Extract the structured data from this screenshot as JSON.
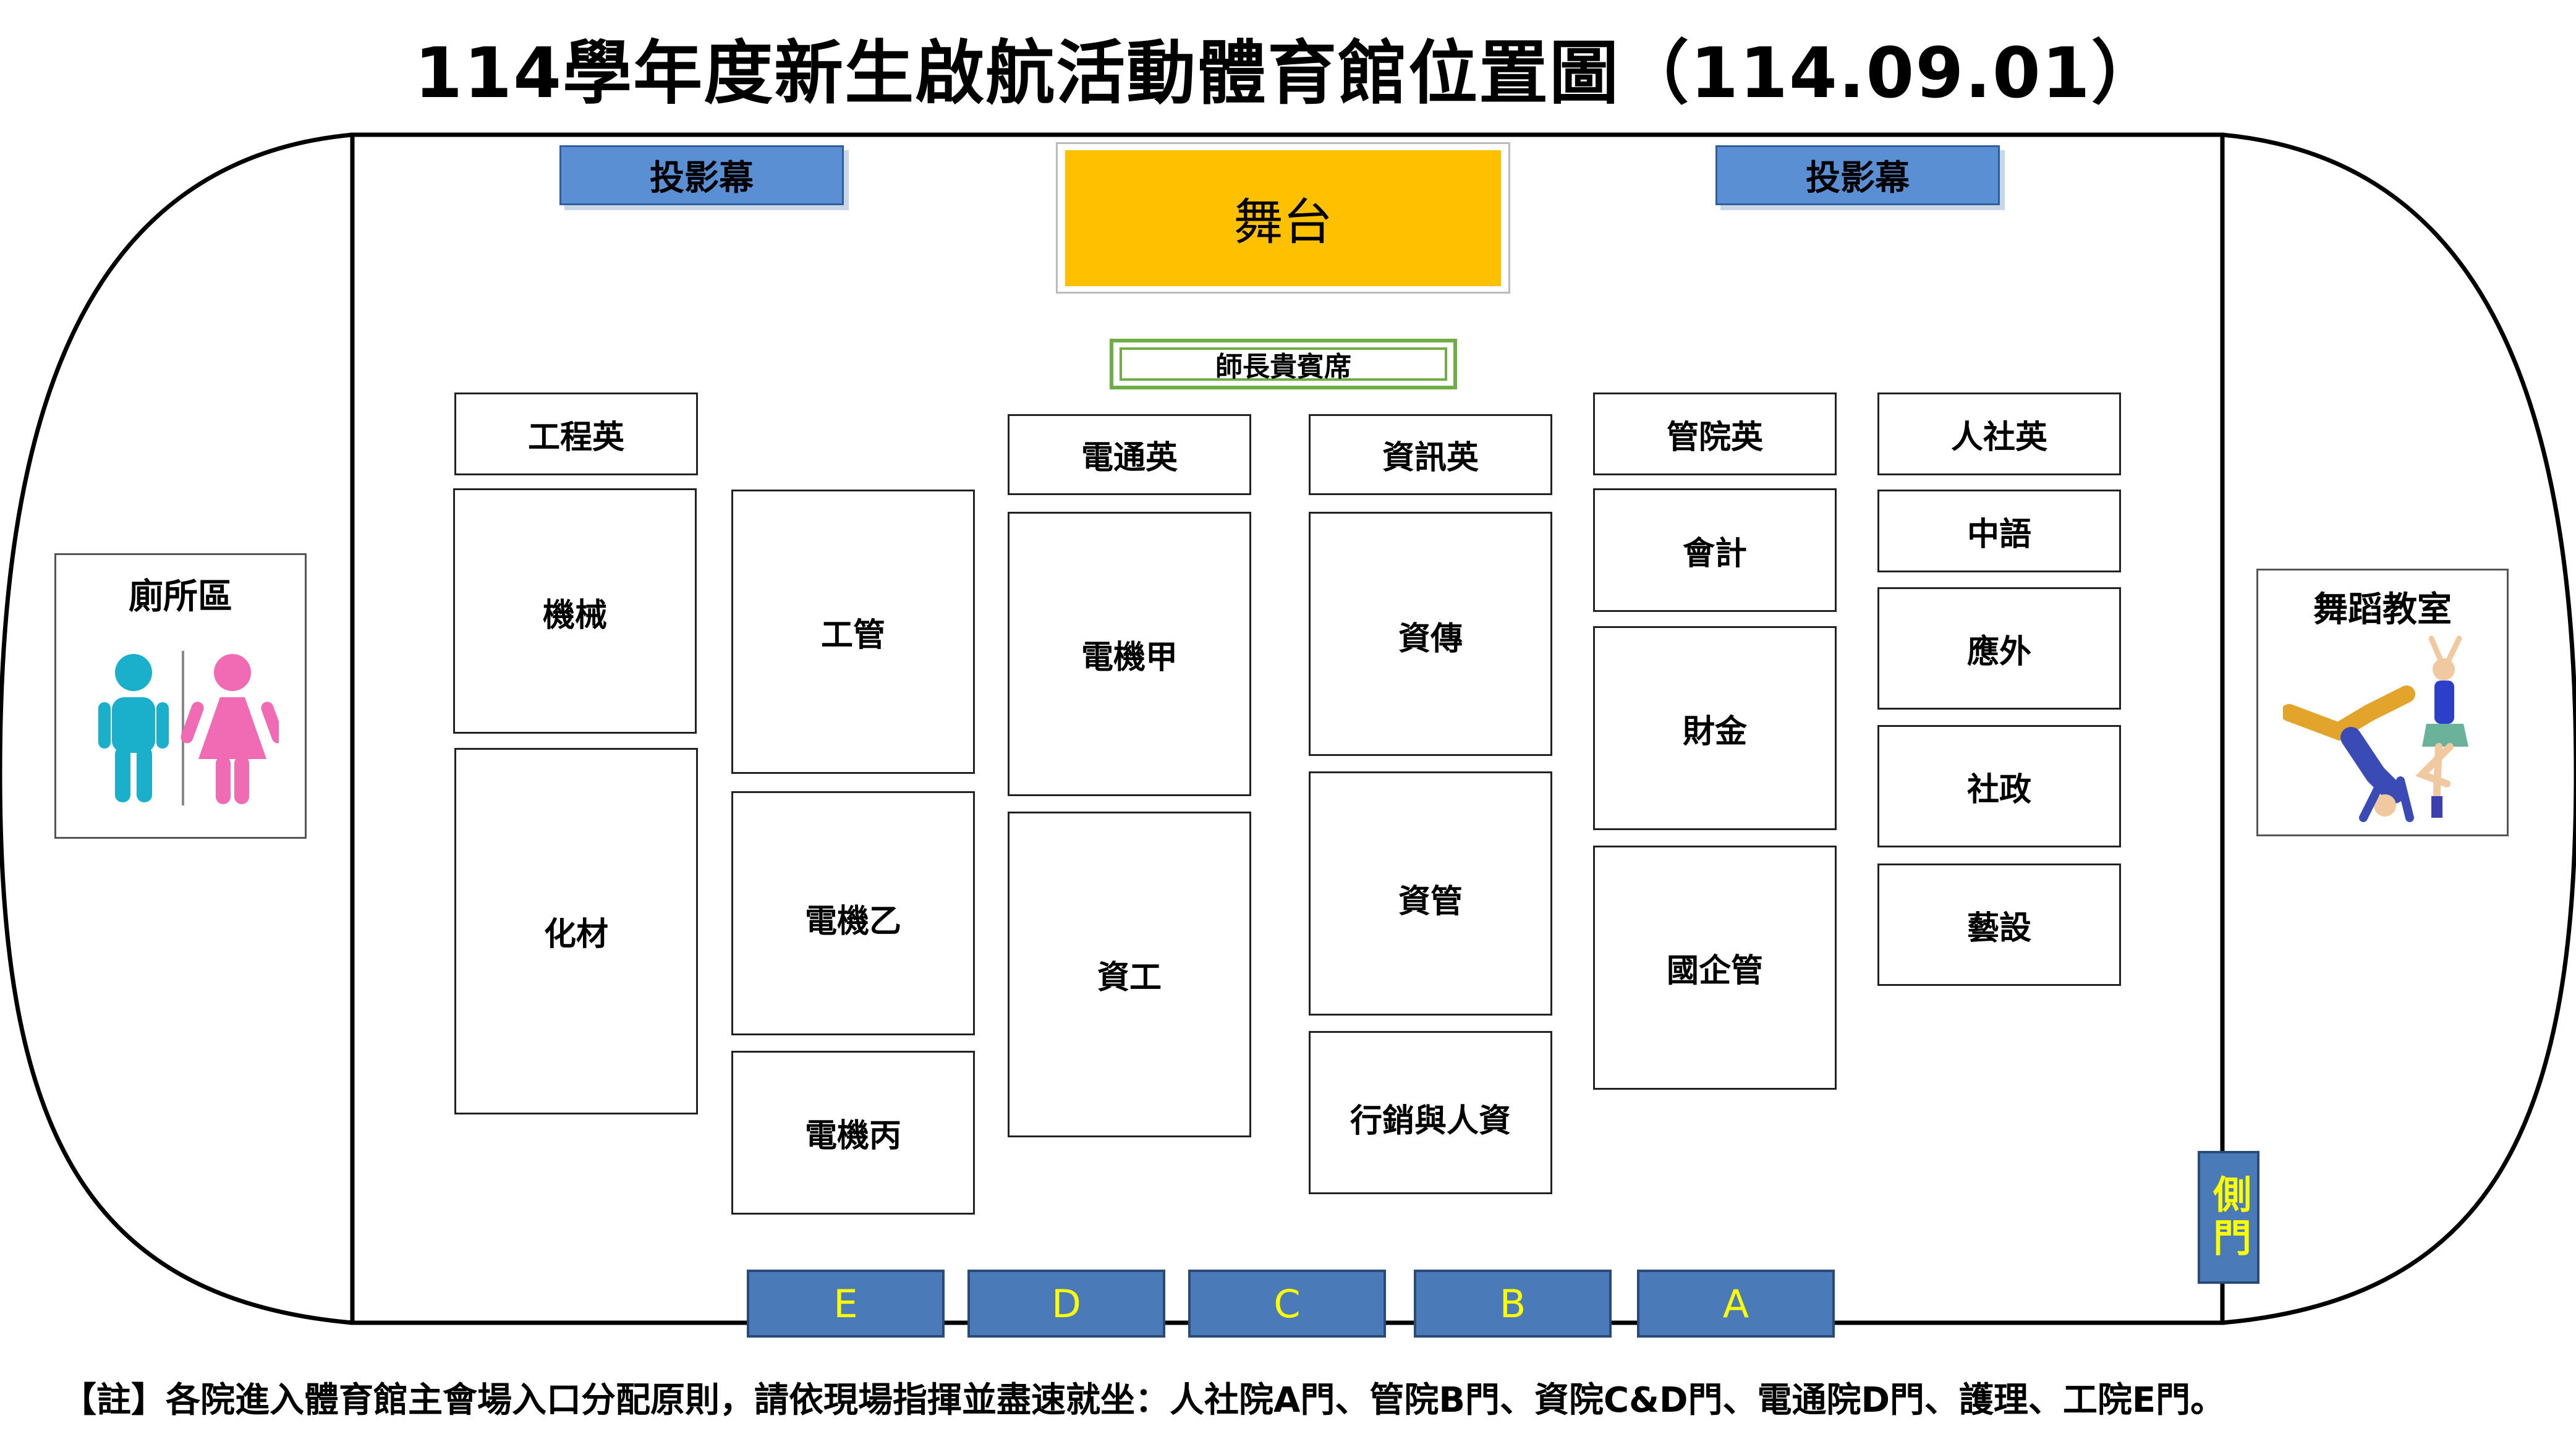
{
  "title": "114學年度新生啟航活動體育館位置圖（114.09.01）",
  "projector_left": "投影幕",
  "projector_right": "投影幕",
  "stage": "舞台",
  "vip": "師長貴賓席",
  "restroom": "廁所區",
  "dance_room": "舞蹈教室",
  "side_door": "側門",
  "doors": [
    "E",
    "D",
    "C",
    "B",
    "A"
  ],
  "columns": {
    "eng_header": "工程英",
    "eng": [
      "機械",
      "化材"
    ],
    "mgmt_col": [
      "工管",
      "電機乙",
      "電機丙"
    ],
    "ee_header": "電通英",
    "ee": [
      "電機甲",
      "資工"
    ],
    "info_header": "資訊英",
    "info": [
      "資傳",
      "資管",
      "行銷與人資"
    ],
    "biz_header": "管院英",
    "biz": [
      "會計",
      "財金",
      "國企管"
    ],
    "hss_header": "人社英",
    "hss": [
      "中語",
      "應外",
      "社政",
      "藝設"
    ]
  },
  "note": "【註】各院進入體育館主會場入口分配原則，請依現場指揮並盡速就坐：人社院A門、管院B門、資院C&D門、電通院D門、護理、工院E門。",
  "colors": {
    "stage": "#ffc000",
    "vip_border": "#70ad47",
    "projector": "#5b8fd4",
    "door": "#4a7ab8",
    "door_text": "#ffff00",
    "male": "#1ab0cc",
    "female": "#f06bb3"
  }
}
